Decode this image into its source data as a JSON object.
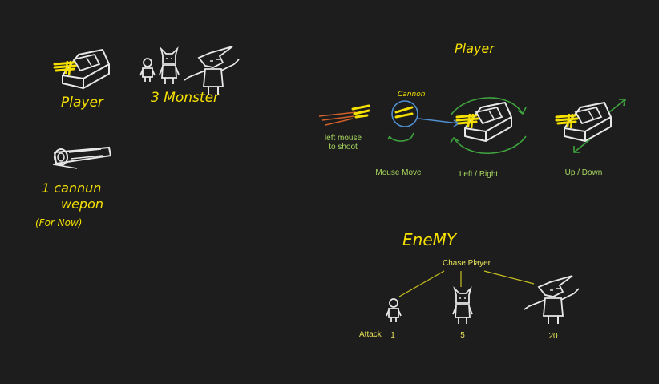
{
  "colors": {
    "background": "#1d1d1d",
    "sketch": "#e8e8e8",
    "ink_yellow": "#f5e000",
    "ink_green": "#3fa33f",
    "ink_blue": "#4f8fd0",
    "ink_orange": "#d0602a",
    "label_yellow": "#e9e45a",
    "label_green": "#a8d860"
  },
  "left": {
    "player_label": "Player",
    "monster_label": "3 Monster",
    "weapon_line1": "1 cannun",
    "weapon_line2": "wepon",
    "weapon_note": "(For Now)"
  },
  "player_section": {
    "title": "Player",
    "cannon_label": "Cannon",
    "shoot_line1": "left mouse",
    "shoot_line2": "to shoot",
    "mouse_move": "Mouse Move",
    "left_right": "Left / Right",
    "up_down": "Up / Down"
  },
  "enemy_section": {
    "title": "EneMY",
    "chase": "Chase Player",
    "attack_label": "Attack",
    "attack_values": [
      "1",
      "5",
      "20"
    ]
  },
  "icons": [
    "tank-icon",
    "small-monster-icon",
    "horned-monster-icon",
    "big-monster-icon",
    "cannon-icon"
  ]
}
